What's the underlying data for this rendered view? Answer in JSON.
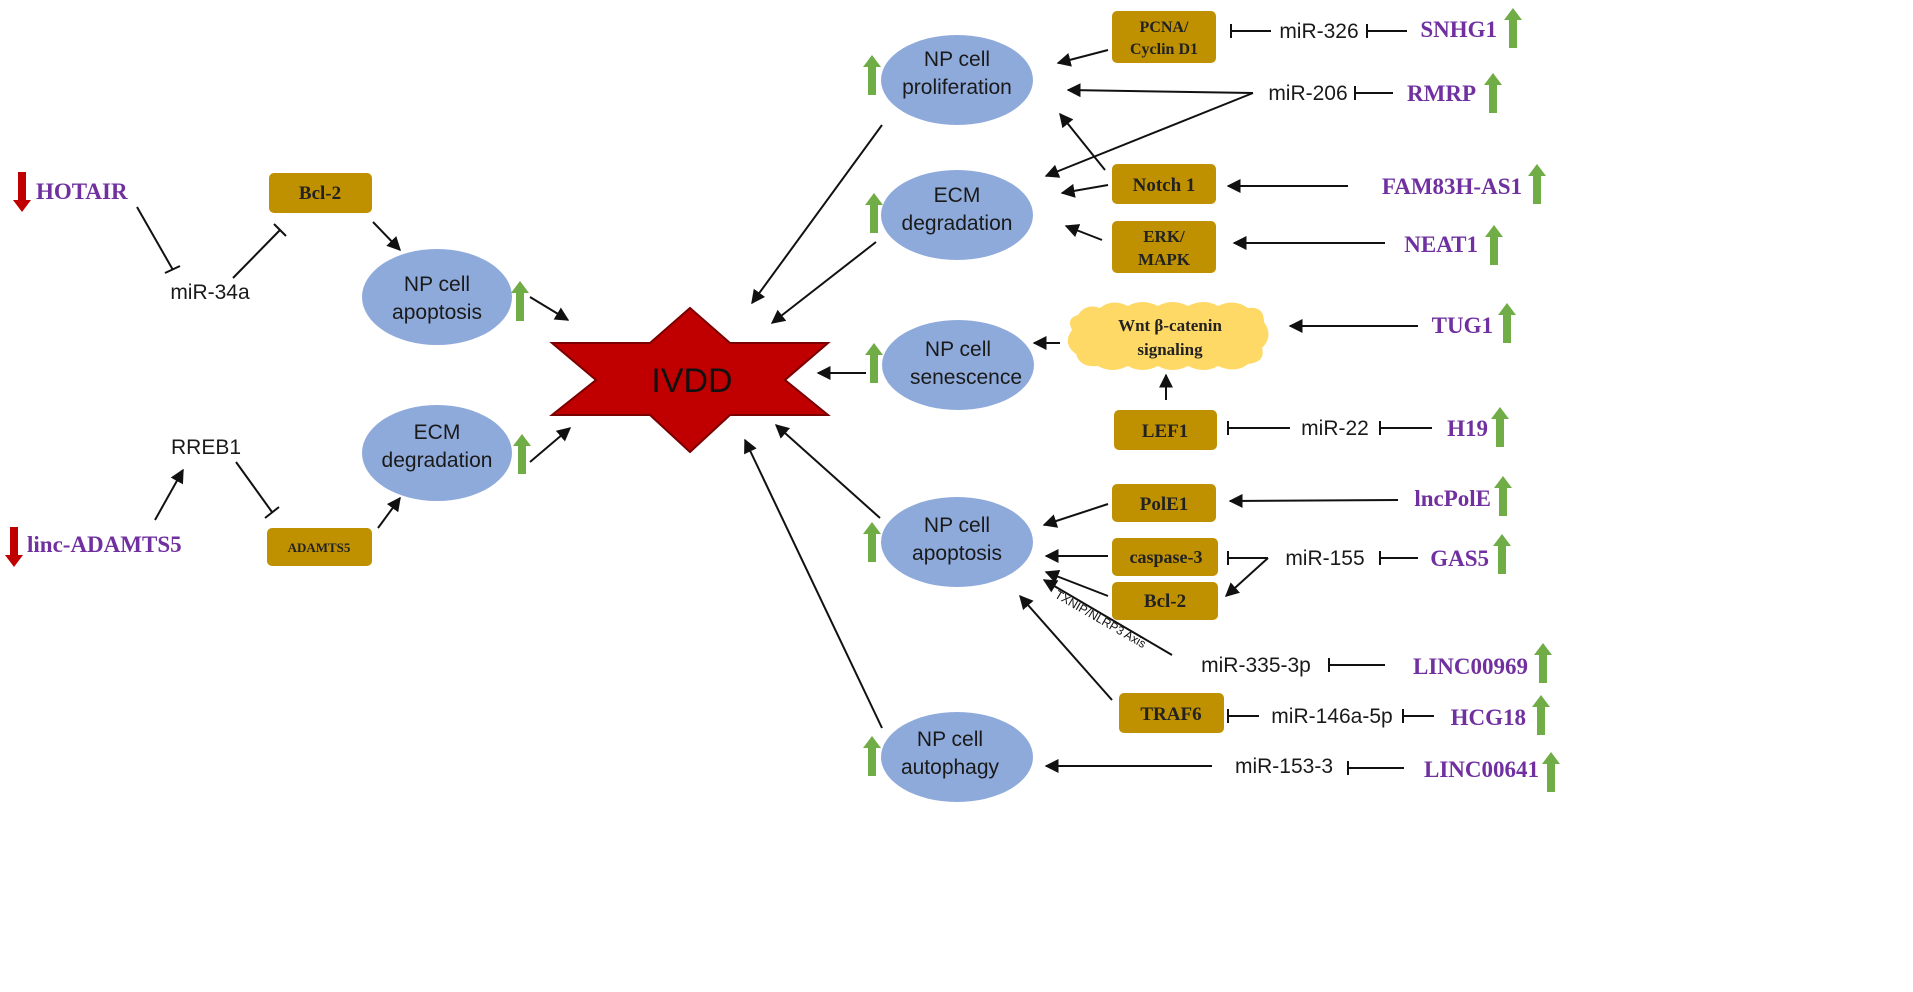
{
  "center": {
    "label": "IVDD",
    "color": "#c00000"
  },
  "colors": {
    "ellipse": "#8eaadb",
    "box": "#bf9000",
    "lncrna": "#7030a0",
    "up_arrow": "#70ad47",
    "down_arrow": "#c00000",
    "wnt": "#ffd966"
  },
  "left": {
    "hotair": "HOTAIR",
    "mir34a": "miR-34a",
    "bcl2": "Bcl-2",
    "apoptosis_l1": "NP cell",
    "apoptosis_l2": "apoptosis",
    "linc_adamts5": "linc-ADAMTS5",
    "rreb1": "RREB1",
    "adamts5": "ADAMTS5",
    "ecm_l1": "ECM",
    "ecm_l2": "degradation"
  },
  "processes": {
    "proliferation_l1": "NP cell",
    "proliferation_l2": "proliferation",
    "ecm_l1": "ECM",
    "ecm_l2": "degradation",
    "senescence_l1": "NP cell",
    "senescence_l2": "senescence",
    "apoptosis_l1": "NP cell",
    "apoptosis_l2": "apoptosis",
    "autophagy_l1": "NP cell",
    "autophagy_l2": "autophagy"
  },
  "boxes": {
    "pcna_l1": "PCNA/",
    "pcna_l2": "Cyclin D1",
    "notch1": "Notch 1",
    "erk_l1": "ERK/",
    "erk_l2": "MAPK",
    "wnt_l1": "Wnt β-catenin",
    "wnt_l2": "signaling",
    "lef1": "LEF1",
    "pole1": "PolE1",
    "caspase3": "caspase-3",
    "bcl2": "Bcl-2",
    "traf6": "TRAF6"
  },
  "mirnas": {
    "mir326": "miR-326",
    "mir206": "miR-206",
    "mir22": "miR-22",
    "mir155": "miR-155",
    "mir3353p": "miR-335-3p",
    "mir146a5p": "miR-146a-5p",
    "mir1533": "miR-153-3"
  },
  "lncrnas": {
    "snhg1": "SNHG1",
    "rmrp": "RMRP",
    "fam83has1": "FAM83H-AS1",
    "neat1": "NEAT1",
    "tug1": "TUG1",
    "h19": "H19",
    "lncpole": "lncPolE",
    "gas5": "GAS5",
    "linc00969": "LINC00969",
    "hcg18": "HCG18",
    "linc00641": "LINC00641"
  },
  "axis_label": "TXNIP/NLRP3  Axis"
}
